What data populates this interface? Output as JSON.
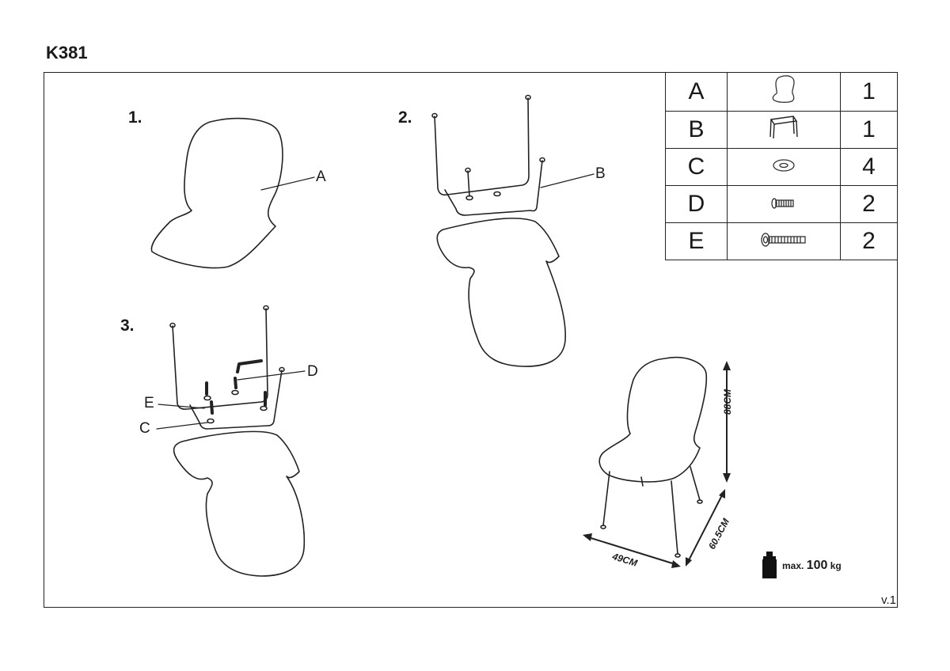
{
  "title": "K381",
  "version": "v.1",
  "steps": [
    {
      "number": "1."
    },
    {
      "number": "2."
    },
    {
      "number": "3."
    }
  ],
  "callouts": {
    "a": "A",
    "b": "B",
    "c": "C",
    "d": "D",
    "e": "E"
  },
  "parts": [
    {
      "letter": "A",
      "qty": "1",
      "icon": "seat-shell-icon"
    },
    {
      "letter": "B",
      "qty": "1",
      "icon": "chair-frame-icon"
    },
    {
      "letter": "C",
      "qty": "4",
      "icon": "washer-icon"
    },
    {
      "letter": "D",
      "qty": "2",
      "icon": "short-bolt-icon"
    },
    {
      "letter": "E",
      "qty": "2",
      "icon": "long-bolt-icon"
    }
  ],
  "dimensions": {
    "height": "88CM",
    "depth": "60.5CM",
    "width": "49CM"
  },
  "max_load": {
    "prefix": "max.",
    "value": "100",
    "unit": "kg"
  }
}
